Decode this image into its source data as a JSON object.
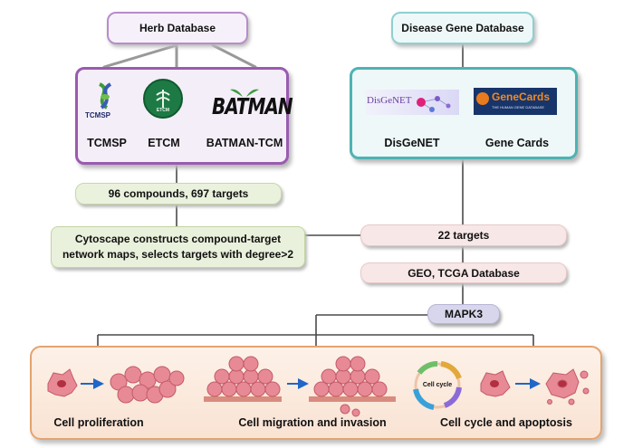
{
  "herb_database": {
    "title": "Herb Database",
    "sources": [
      {
        "name": "TCMSP",
        "logo_text": "TCMSP",
        "logo_icon": "tcmsp-logo"
      },
      {
        "name": "ETCM",
        "logo_text": "ETCM",
        "logo_icon": "etcm-logo"
      },
      {
        "name": "BATMAN-TCM",
        "logo_text": "BATMAN",
        "logo_icon": "batman-logo"
      }
    ]
  },
  "disease_database": {
    "title": "Disease Gene Database",
    "sources": [
      {
        "name": "DisGeNET",
        "logo_text": "DisGeNET",
        "logo_icon": "disgenet-logo"
      },
      {
        "name": "Gene Cards",
        "logo_text": "GeneCards",
        "logo_subtext": "THE HUMAN GENE DATABASE",
        "logo_icon": "genecards-logo"
      }
    ]
  },
  "steps": {
    "compounds": "96 compounds, 697 targets",
    "cytoscape_line1": "Cytoscape constructs compound-target",
    "cytoscape_line2": "network maps, selects targets with degree>2",
    "targets": "22 targets",
    "geo_tcga": "GEO, TCGA Database",
    "mapk3": "MAPK3"
  },
  "outcomes": [
    {
      "label": "Cell proliferation"
    },
    {
      "label": "Cell migration and invasion"
    },
    {
      "label": "Cell cycle and apoptosis",
      "cycle_label": "Cell cycle"
    }
  ],
  "colors": {
    "herb_border": "#9a5bb0",
    "herb_fill": "#f4eef8",
    "disease_border": "#4fb3b3",
    "disease_fill": "#eef8f8",
    "green_fill": "#e9f1dc",
    "pink_fill": "#f8e7e7",
    "mapk3_fill": "#d8d6ec",
    "bottom_border": "#e4a36f",
    "bottom_fill": "#fbe9dc",
    "cell": "#e88a96",
    "arrow": "#1f66c7"
  }
}
